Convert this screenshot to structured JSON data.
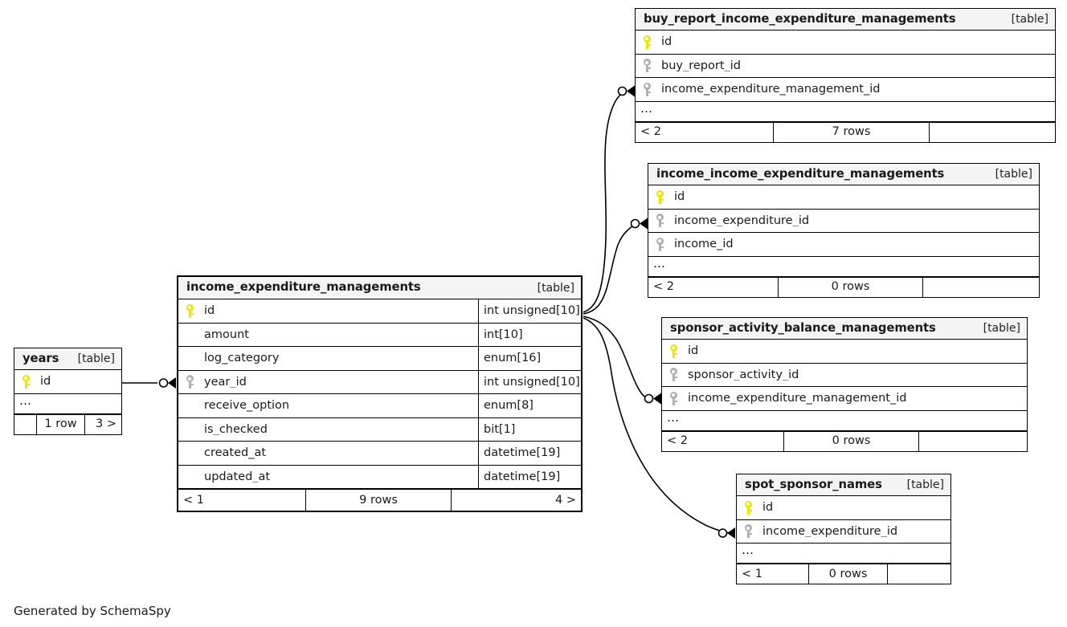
{
  "diagram": {
    "generator_note": "Generated by SchemaSpy",
    "table_tag": "[table]",
    "ellipsis": "…"
  },
  "tables": {
    "buy_report": {
      "name": "buy_report_income_expenditure_managements",
      "tag": "[table]",
      "columns": [
        {
          "key": "pk",
          "name": "id",
          "type": ""
        },
        {
          "key": "fk",
          "name": "buy_report_id",
          "type": ""
        },
        {
          "key": "fk",
          "name": "income_expenditure_management_id",
          "type": ""
        }
      ],
      "more": "…",
      "footer": {
        "left": "< 2",
        "center": "7 rows",
        "right": ""
      }
    },
    "income_income": {
      "name": "income_income_expenditure_managements",
      "tag": "[table]",
      "columns": [
        {
          "key": "pk",
          "name": "id",
          "type": ""
        },
        {
          "key": "fk",
          "name": "income_expenditure_id",
          "type": ""
        },
        {
          "key": "fk",
          "name": "income_id",
          "type": ""
        }
      ],
      "more": "…",
      "footer": {
        "left": "< 2",
        "center": "0 rows",
        "right": ""
      }
    },
    "sponsor_activity": {
      "name": "sponsor_activity_balance_managements",
      "tag": "[table]",
      "columns": [
        {
          "key": "pk",
          "name": "id",
          "type": ""
        },
        {
          "key": "fk",
          "name": "sponsor_activity_id",
          "type": ""
        },
        {
          "key": "fk",
          "name": "income_expenditure_management_id",
          "type": ""
        }
      ],
      "more": "…",
      "footer": {
        "left": "< 2",
        "center": "0 rows",
        "right": ""
      }
    },
    "spot_sponsor": {
      "name": "spot_sponsor_names",
      "tag": "[table]",
      "columns": [
        {
          "key": "pk",
          "name": "id",
          "type": ""
        },
        {
          "key": "fk",
          "name": "income_expenditure_id",
          "type": ""
        }
      ],
      "more": "…",
      "footer": {
        "left": "< 1",
        "center": "0 rows",
        "right": ""
      }
    },
    "main": {
      "name": "income_expenditure_managements",
      "tag": "[table]",
      "columns": [
        {
          "key": "pk",
          "name": "id",
          "type": "int unsigned[10]"
        },
        {
          "key": "",
          "name": "amount",
          "type": "int[10]"
        },
        {
          "key": "",
          "name": "log_category",
          "type": "enum[16]"
        },
        {
          "key": "fk",
          "name": "year_id",
          "type": "int unsigned[10]"
        },
        {
          "key": "",
          "name": "receive_option",
          "type": "enum[8]"
        },
        {
          "key": "",
          "name": "is_checked",
          "type": "bit[1]"
        },
        {
          "key": "",
          "name": "created_at",
          "type": "datetime[19]"
        },
        {
          "key": "",
          "name": "updated_at",
          "type": "datetime[19]"
        }
      ],
      "footer": {
        "left": "< 1",
        "center": "9 rows",
        "right": "4 >"
      }
    },
    "years": {
      "name": "years",
      "tag": "[table]",
      "columns": [
        {
          "key": "pk",
          "name": "id",
          "type": ""
        }
      ],
      "more": "…",
      "footer": {
        "left": "",
        "center": "1 row",
        "right": "3 >"
      }
    }
  },
  "colors": {
    "primary_key": "#e8e800",
    "foreign_key": "#b0b0b0",
    "header_bg": "#f4f4f4",
    "border": "#000000",
    "background": "#ffffff"
  }
}
